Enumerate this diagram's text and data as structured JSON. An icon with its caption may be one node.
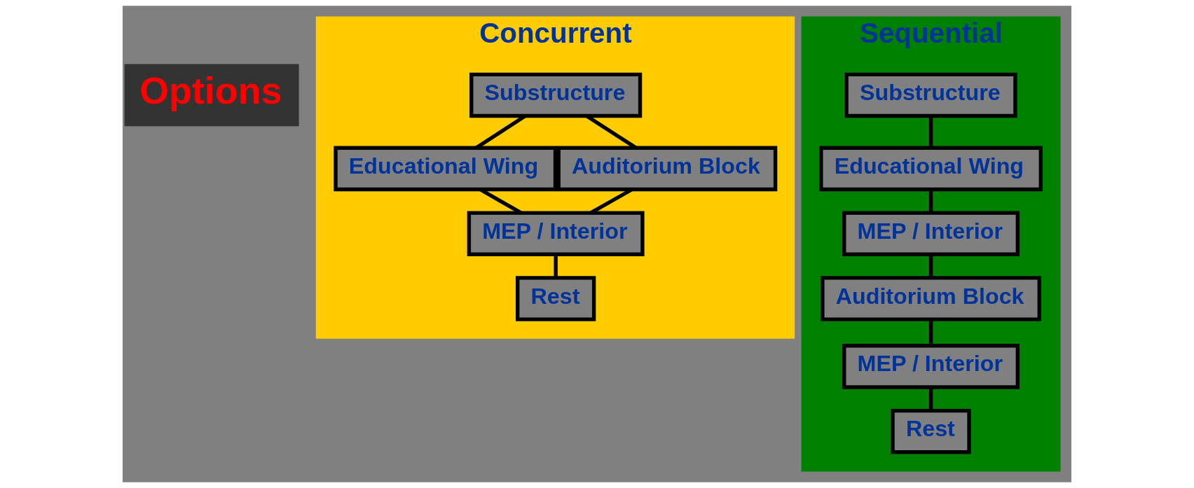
{
  "diagram": {
    "nodes": [
      {
        "text": [
          "Options"
        ]
      },
      {
        "text": [
          "Concurrent"
        ]
      },
      {
        "text": [
          "Substructure"
        ],
        "in": 1
      },
      {
        "text": [
          "Educational Wing"
        ],
        "in": 1
      },
      {
        "text": [
          "Auditorium Block"
        ],
        "in": 1
      },
      {
        "text": [
          "MEP / Interior"
        ],
        "in": 1
      },
      {
        "text": [
          "Rest"
        ],
        "in": 1
      },
      {
        "text": [
          "Sequential"
        ]
      },
      {
        "text": [
          "Substructure"
        ],
        "in": 7
      },
      {
        "text": [
          "Educational Wing"
        ],
        "in": 7
      },
      {
        "text": [
          "MEP / Interior"
        ],
        "in": 7
      },
      {
        "text": [
          "Auditorium Block"
        ],
        "in": 7
      },
      {
        "text": [
          "MEP / Interior"
        ],
        "in": 7
      },
      {
        "text": [
          "Rest"
        ],
        "in": 7
      }
    ],
    "edges": [
      {
        "from": 2,
        "to": 3,
        "arrow": "none"
      },
      {
        "from": 2,
        "to": 4,
        "arrow": "none"
      },
      {
        "from": 3,
        "to": 5,
        "arrow": "none"
      },
      {
        "from": 4,
        "to": 5,
        "arrow": "none"
      },
      {
        "from": 5,
        "to": 6,
        "arrow": "none"
      },
      {
        "from": 8,
        "to": 9,
        "arrow": "none"
      },
      {
        "from": 9,
        "to": 10,
        "arrow": "none"
      },
      {
        "from": 10,
        "to": 11,
        "arrow": "none"
      },
      {
        "from": 11,
        "to": 12,
        "arrow": "none"
      },
      {
        "from": 12,
        "to": 13,
        "arrow": "none"
      }
    ]
  }
}
